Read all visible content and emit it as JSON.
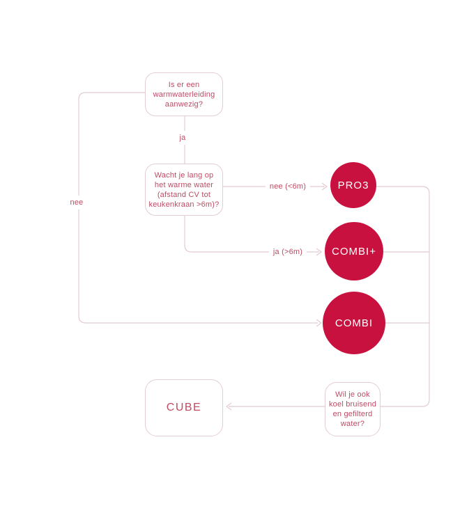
{
  "colors": {
    "background": "#ffffff",
    "line": "#e2cbd1",
    "node_border": "#e3ccd2",
    "question_text": "#bf4a63",
    "product_fill": "#c8113e",
    "product_text": "#ffffff"
  },
  "nodes": {
    "q_warmwaterleiding": {
      "type": "question",
      "label": "Is er een\nwarmwaterleiding\naanwezig?"
    },
    "q_wachttijd": {
      "type": "question",
      "label": "Wacht je lang op\nhet warme water\n(afstand CV tot\nkeukenkraan >6m)?"
    },
    "q_koelwater": {
      "type": "question",
      "label": "Wil je ook\nkoel bruisend\nen gefilterd\nwater?"
    },
    "pro3": {
      "type": "product",
      "label": "PRO3"
    },
    "combi_plus": {
      "type": "product",
      "label": "COMBI+"
    },
    "combi": {
      "type": "product",
      "label": "COMBI"
    },
    "cube": {
      "type": "product",
      "label": "CUBE"
    }
  },
  "edges": {
    "q1_to_q2": {
      "from": "q_warmwaterleiding",
      "to": "q_wachttijd",
      "label": "ja"
    },
    "q1_to_combi": {
      "from": "q_warmwaterleiding",
      "to": "combi",
      "label": "nee"
    },
    "q2_to_pro3": {
      "from": "q_wachttijd",
      "to": "pro3",
      "label": "nee (<6m)"
    },
    "q2_to_combi_plus": {
      "from": "q_wachttijd",
      "to": "combi_plus",
      "label": "ja (>6m)"
    },
    "pro3_to_q3": {
      "from": "pro3",
      "to": "q_koelwater",
      "label": ""
    },
    "combi_plus_to_q3": {
      "from": "combi_plus",
      "to": "q_koelwater",
      "label": ""
    },
    "combi_to_q3": {
      "from": "combi",
      "to": "q_koelwater",
      "label": ""
    },
    "q3_to_cube": {
      "from": "q_koelwater",
      "to": "cube",
      "label": ""
    }
  }
}
